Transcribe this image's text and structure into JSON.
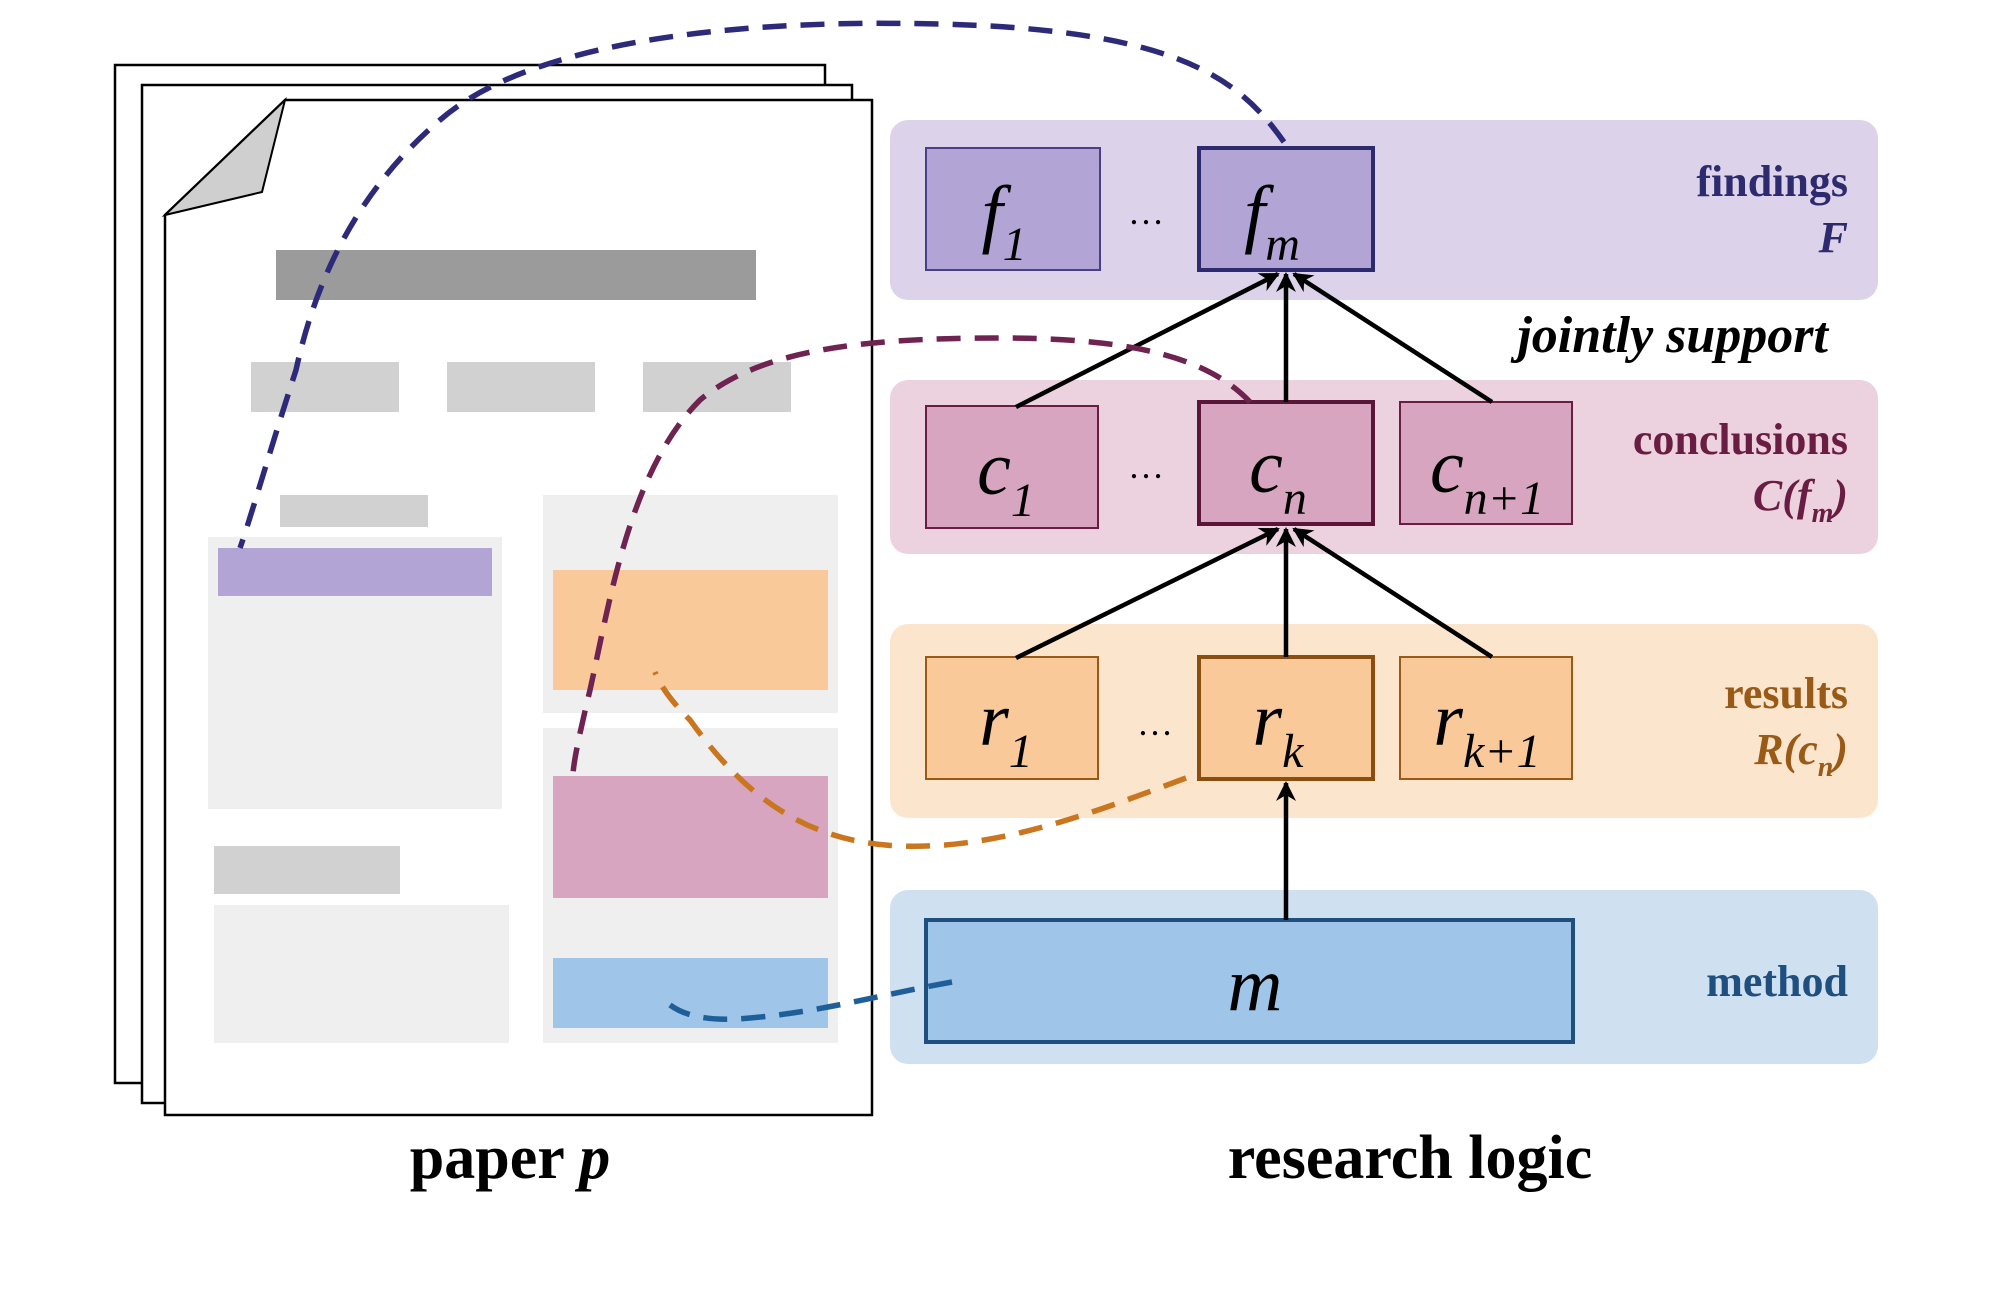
{
  "captions": {
    "paper_prefix": "paper ",
    "paper_symbol": "p",
    "research_logic": "research logic"
  },
  "edge_label": "jointly support",
  "bands": {
    "findings": {
      "label": "findings",
      "sub": "F",
      "fill": "#dcd3ea",
      "text_color": "#2e2a6e"
    },
    "conclusions": {
      "label": "conclusions",
      "sub_prefix": "C(f",
      "sub_index": "m",
      "sub_suffix": ")",
      "fill": "#ecd2de",
      "text_color": "#6a1d43"
    },
    "results": {
      "label": "results",
      "sub_prefix": "R(c",
      "sub_index": "n",
      "sub_suffix": ")",
      "fill": "#fbe5cc",
      "text_color": "#9a5a17"
    },
    "method": {
      "label": "method",
      "fill": "#cfe0f1",
      "text_color": "#1e4f7e"
    }
  },
  "nodes": {
    "f1": {
      "main": "f",
      "sub": "1"
    },
    "fm": {
      "main": "f",
      "sub": "m"
    },
    "c1": {
      "main": "c",
      "sub": "1"
    },
    "cn": {
      "main": "c",
      "sub": "n"
    },
    "cn1": {
      "main": "c",
      "sub": "n+1"
    },
    "r1": {
      "main": "r",
      "sub": "1"
    },
    "rk": {
      "main": "r",
      "sub": "k"
    },
    "rk1": {
      "main": "r",
      "sub": "k+1"
    },
    "m": {
      "main": "m"
    }
  },
  "ellipsis": "…",
  "colors": {
    "findings_node": "#b3a4d6",
    "conclusions_node": "#d8a5c1",
    "results_node": "#f9c99a",
    "method_node": "#9fc5e8",
    "findings_link": "#2e2a7a",
    "conclusions_link": "#6e2350",
    "results_link": "#c9761f",
    "method_link": "#1f5f99"
  }
}
